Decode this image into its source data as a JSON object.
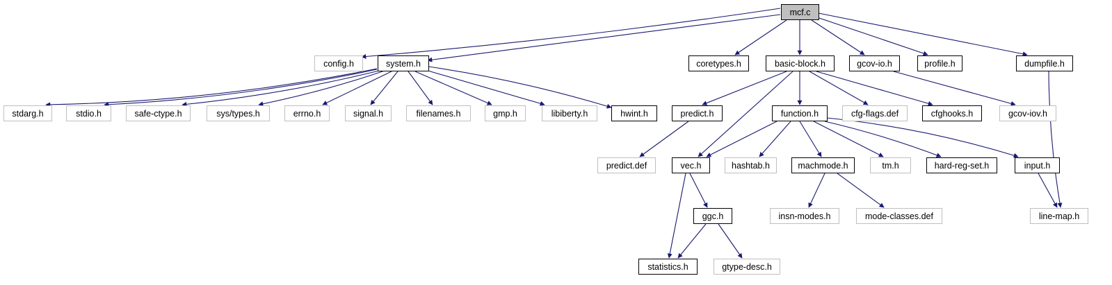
{
  "colors": {
    "edge": "#191970",
    "root_fill": "#bfbfbf",
    "box_border": "#000000",
    "missing_border": "#bfbfbf",
    "text": "#000000"
  },
  "nodes": [
    {
      "id": "mcf_c",
      "label": "mcf.c",
      "style": "root"
    },
    {
      "id": "config_h",
      "label": "config.h",
      "style": "missing"
    },
    {
      "id": "system_h",
      "label": "system.h",
      "style": "documented"
    },
    {
      "id": "coretypes_h",
      "label": "coretypes.h",
      "style": "documented"
    },
    {
      "id": "basic_block_h",
      "label": "basic-block.h",
      "style": "documented"
    },
    {
      "id": "gcov_io_h",
      "label": "gcov-io.h",
      "style": "documented"
    },
    {
      "id": "profile_h",
      "label": "profile.h",
      "style": "documented"
    },
    {
      "id": "dumpfile_h",
      "label": "dumpfile.h",
      "style": "documented"
    },
    {
      "id": "stdarg_h",
      "label": "stdarg.h",
      "style": "missing"
    },
    {
      "id": "stdio_h",
      "label": "stdio.h",
      "style": "missing"
    },
    {
      "id": "safe_ctype_h",
      "label": "safe-ctype.h",
      "style": "missing"
    },
    {
      "id": "sys_types_h",
      "label": "sys/types.h",
      "style": "missing"
    },
    {
      "id": "errno_h",
      "label": "errno.h",
      "style": "missing"
    },
    {
      "id": "signal_h",
      "label": "signal.h",
      "style": "missing"
    },
    {
      "id": "filenames_h",
      "label": "filenames.h",
      "style": "missing"
    },
    {
      "id": "gmp_h",
      "label": "gmp.h",
      "style": "missing"
    },
    {
      "id": "libiberty_h",
      "label": "libiberty.h",
      "style": "missing"
    },
    {
      "id": "hwint_h",
      "label": "hwint.h",
      "style": "documented"
    },
    {
      "id": "predict_h",
      "label": "predict.h",
      "style": "documented"
    },
    {
      "id": "function_h",
      "label": "function.h",
      "style": "documented"
    },
    {
      "id": "cfg_flags_def",
      "label": "cfg-flags.def",
      "style": "missing"
    },
    {
      "id": "cfghooks_h",
      "label": "cfghooks.h",
      "style": "documented"
    },
    {
      "id": "gcov_iov_h",
      "label": "gcov-iov.h",
      "style": "missing"
    },
    {
      "id": "predict_def",
      "label": "predict.def",
      "style": "missing"
    },
    {
      "id": "vec_h",
      "label": "vec.h",
      "style": "documented"
    },
    {
      "id": "hashtab_h",
      "label": "hashtab.h",
      "style": "missing"
    },
    {
      "id": "machmode_h",
      "label": "machmode.h",
      "style": "documented"
    },
    {
      "id": "tm_h",
      "label": "tm.h",
      "style": "missing"
    },
    {
      "id": "hard_reg_set_h",
      "label": "hard-reg-set.h",
      "style": "documented"
    },
    {
      "id": "input_h",
      "label": "input.h",
      "style": "documented"
    },
    {
      "id": "ggc_h",
      "label": "ggc.h",
      "style": "documented"
    },
    {
      "id": "insn_modes_h",
      "label": "insn-modes.h",
      "style": "missing"
    },
    {
      "id": "mode_classes_def",
      "label": "mode-classes.def",
      "style": "missing"
    },
    {
      "id": "line_map_h",
      "label": "line-map.h",
      "style": "missing"
    },
    {
      "id": "statistics_h",
      "label": "statistics.h",
      "style": "documented"
    },
    {
      "id": "gtype_desc_h",
      "label": "gtype-desc.h",
      "style": "missing"
    }
  ],
  "edges": [
    [
      "mcf_c",
      "config_h"
    ],
    [
      "mcf_c",
      "system_h"
    ],
    [
      "mcf_c",
      "coretypes_h"
    ],
    [
      "mcf_c",
      "basic_block_h"
    ],
    [
      "mcf_c",
      "gcov_io_h"
    ],
    [
      "mcf_c",
      "profile_h"
    ],
    [
      "mcf_c",
      "dumpfile_h"
    ],
    [
      "system_h",
      "stdarg_h"
    ],
    [
      "system_h",
      "stdio_h"
    ],
    [
      "system_h",
      "safe_ctype_h"
    ],
    [
      "system_h",
      "sys_types_h"
    ],
    [
      "system_h",
      "errno_h"
    ],
    [
      "system_h",
      "signal_h"
    ],
    [
      "system_h",
      "filenames_h"
    ],
    [
      "system_h",
      "gmp_h"
    ],
    [
      "system_h",
      "libiberty_h"
    ],
    [
      "system_h",
      "hwint_h"
    ],
    [
      "basic_block_h",
      "predict_h"
    ],
    [
      "basic_block_h",
      "vec_h"
    ],
    [
      "basic_block_h",
      "function_h"
    ],
    [
      "basic_block_h",
      "cfg_flags_def"
    ],
    [
      "basic_block_h",
      "cfghooks_h"
    ],
    [
      "gcov_io_h",
      "gcov_iov_h"
    ],
    [
      "dumpfile_h",
      "line_map_h"
    ],
    [
      "predict_h",
      "predict_def"
    ],
    [
      "function_h",
      "vec_h"
    ],
    [
      "function_h",
      "hashtab_h"
    ],
    [
      "function_h",
      "machmode_h"
    ],
    [
      "function_h",
      "tm_h"
    ],
    [
      "function_h",
      "hard_reg_set_h"
    ],
    [
      "function_h",
      "input_h"
    ],
    [
      "vec_h",
      "ggc_h"
    ],
    [
      "vec_h",
      "statistics_h"
    ],
    [
      "machmode_h",
      "insn_modes_h"
    ],
    [
      "machmode_h",
      "mode_classes_def"
    ],
    [
      "input_h",
      "line_map_h"
    ],
    [
      "ggc_h",
      "statistics_h"
    ],
    [
      "ggc_h",
      "gtype_desc_h"
    ]
  ]
}
